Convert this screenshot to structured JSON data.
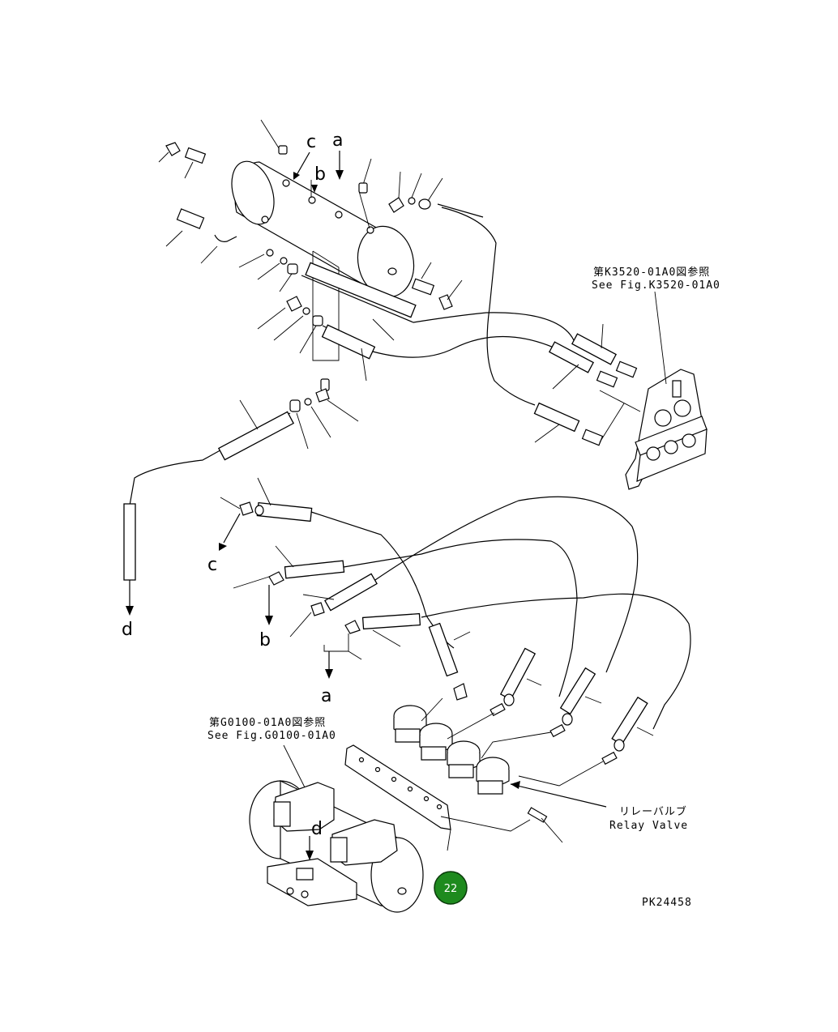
{
  "diagram": {
    "figure_code": "PK24458",
    "page_badge": "22",
    "badge_color": "#1e8a1e",
    "connection_labels": {
      "a_top": "a",
      "b_top": "b",
      "c_top": "c",
      "c_mid": "c",
      "b_mid": "b",
      "a_mid": "a",
      "d_left": "d",
      "d_bottom": "d"
    },
    "references": {
      "k3520_jp": "第K3520-01A0図参照",
      "k3520_en": "See Fig.K3520-01A0",
      "g0100_jp": "第G0100-01A0図参照",
      "g0100_en": "See Fig.G0100-01A0",
      "relay_jp": "リレーバルブ",
      "relay_en": "Relay Valve"
    }
  }
}
